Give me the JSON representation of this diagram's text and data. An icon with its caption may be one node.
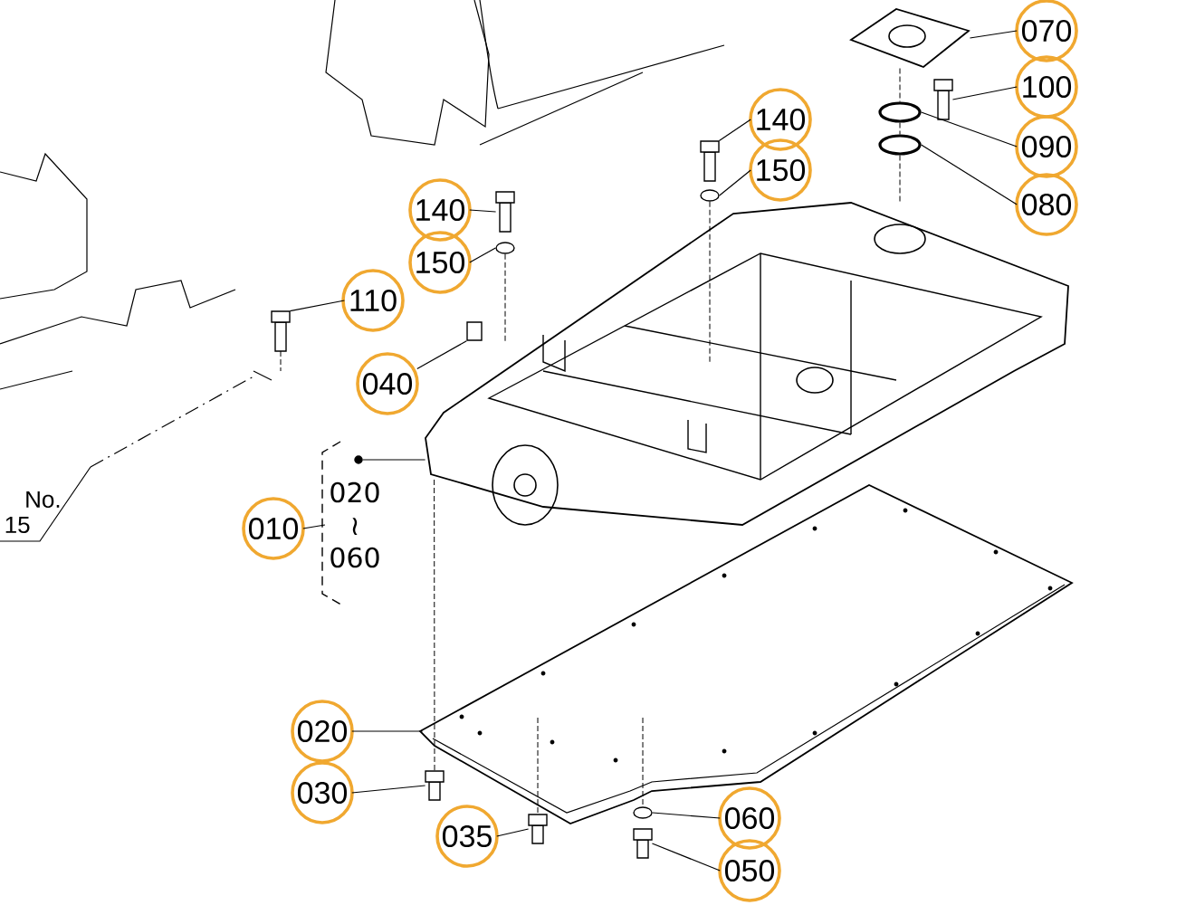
{
  "diagram": {
    "nodes": [
      {
        "text": [
          "070"
        ]
      },
      {
        "text": [
          "100"
        ]
      },
      {
        "text": [
          "090"
        ]
      },
      {
        "text": [
          "080"
        ]
      },
      {
        "text": [
          "140"
        ]
      },
      {
        "text": [
          "150"
        ]
      },
      {
        "text": [
          "140"
        ]
      },
      {
        "text": [
          "150"
        ]
      },
      {
        "text": [
          "110"
        ]
      },
      {
        "text": [
          "040"
        ]
      },
      {
        "text": [
          "010"
        ]
      },
      {
        "text": [
          "020",
          "≀",
          "060"
        ]
      },
      {
        "text": [
          "020"
        ]
      },
      {
        "text": [
          "030"
        ]
      },
      {
        "text": [
          "035"
        ]
      },
      {
        "text": [
          "060"
        ]
      },
      {
        "text": [
          "050"
        ]
      },
      {
        "text": [],
        "shape": "picture"
      },
      {
        "text": [],
        "shape": "picture"
      },
      {
        "text": [],
        "shape": "circle"
      },
      {
        "text": [],
        "shape": "circle"
      },
      {
        "text": [],
        "shape": "picture"
      },
      {
        "text": [],
        "shape": "circle"
      },
      {
        "text": [],
        "shape": "picture"
      },
      {
        "text": [],
        "shape": "circle"
      },
      {
        "text": [],
        "shape": "picture"
      },
      {
        "text": [],
        "shape": "box"
      },
      {
        "text": [],
        "shape": "picture"
      },
      {
        "text": [],
        "shape": "picture"
      },
      {
        "text": [],
        "shape": "picture"
      },
      {
        "text": [],
        "shape": "picture"
      },
      {
        "text": [],
        "shape": "circle"
      },
      {
        "text": [],
        "shape": "picture"
      },
      {
        "text": [],
        "shape": "circle"
      }
    ],
    "edges": [
      {
        "from": 0,
        "to": 17,
        "arrow": "none"
      },
      {
        "from": 1,
        "to": 18,
        "arrow": "none"
      },
      {
        "from": 2,
        "to": 19,
        "arrow": "none"
      },
      {
        "from": 3,
        "to": 20,
        "arrow": "none"
      },
      {
        "from": 4,
        "to": 21,
        "arrow": "none"
      },
      {
        "from": 5,
        "to": 22,
        "arrow": "none"
      },
      {
        "from": 6,
        "to": 23,
        "arrow": "none"
      },
      {
        "from": 7,
        "to": 24,
        "arrow": "none"
      },
      {
        "from": 8,
        "to": 25,
        "arrow": "none"
      },
      {
        "from": 9,
        "to": 26,
        "arrow": "none"
      },
      {
        "from": 10,
        "to": 11,
        "arrow": "none"
      },
      {
        "from": 33,
        "to": 27,
        "arrow": "none"
      },
      {
        "from": 12,
        "to": 28,
        "arrow": "none"
      },
      {
        "from": 13,
        "to": 29,
        "arrow": "none"
      },
      {
        "from": 14,
        "to": 30,
        "arrow": "none"
      },
      {
        "from": 15,
        "to": 31,
        "arrow": "none"
      },
      {
        "from": 16,
        "to": 32,
        "arrow": "none"
      },
      {
        "from": 17,
        "to": 19,
        "arrow": "none",
        "style": "dashed"
      },
      {
        "from": 19,
        "to": 20,
        "arrow": "none",
        "style": "dashed"
      },
      {
        "from": 20,
        "to": 27,
        "arrow": "none",
        "style": "dashed"
      },
      {
        "from": 27,
        "to": 29,
        "arrow": "none",
        "style": "dashed"
      },
      {
        "from": 28,
        "to": 30,
        "arrow": "none",
        "style": "dashed"
      },
      {
        "from": 28,
        "to": 31,
        "arrow": "none",
        "style": "dashed"
      },
      {
        "from": 22,
        "to": 27,
        "arrow": "none",
        "style": "dashed"
      },
      {
        "from": 24,
        "to": 27,
        "arrow": "none",
        "style": "dashed"
      }
    ],
    "labels": [
      "No.",
      "15"
    ]
  }
}
